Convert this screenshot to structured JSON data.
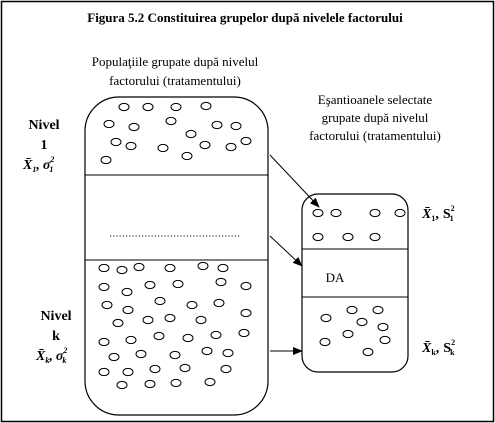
{
  "figure": {
    "title": "Figura 5.2  Constituirea grupelor după nivelele factorului"
  },
  "population": {
    "caption_line1": "Populaţiile grupate după nivelul",
    "caption_line2": "factorului (tratamentului)",
    "level1": {
      "label": "Nivel",
      "index": "1",
      "stat_mean": "X̄",
      "stat_mean_sub": "1",
      "stat_var": "σ",
      "stat_var_sup": "2",
      "stat_var_sub": "1"
    },
    "levelk": {
      "label": "Nivel",
      "index": "k",
      "stat_mean": "X̄",
      "stat_mean_sub": "k",
      "stat_var": "σ",
      "stat_var_sup": "2",
      "stat_var_sub": "k"
    }
  },
  "samples": {
    "caption_line1": "Eşantioanele selectate",
    "caption_line2": "grupate după nivelul",
    "caption_line3": "factorului (tratamentului)",
    "middle_label": "DA",
    "stats1": {
      "mean": "X̄",
      "mean_sub": "1",
      "var": "S",
      "var_sup": "2",
      "var_sub": "1"
    },
    "statsk": {
      "mean": "X̄",
      "mean_sub": "k",
      "var": "S",
      "var_sup": "2",
      "var_sub": "k"
    }
  },
  "separator_sep": ","
}
